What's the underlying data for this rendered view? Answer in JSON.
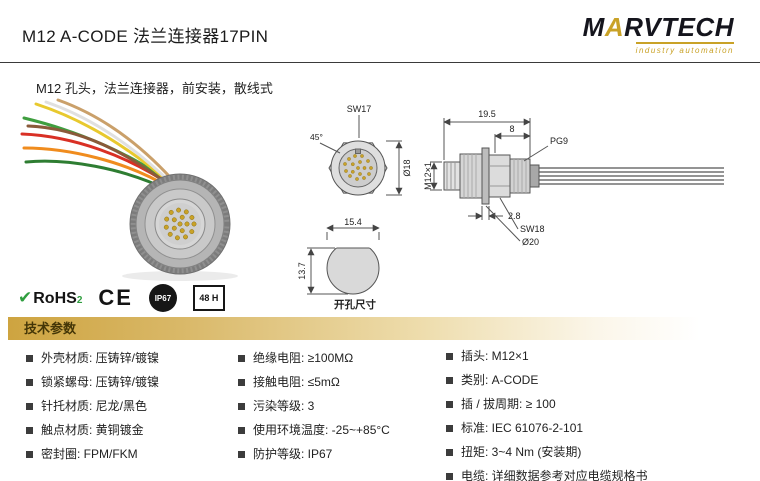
{
  "header": {
    "title": "M12 A-CODE 法兰连接器17PIN",
    "logo": {
      "m": "M",
      "a": "A",
      "rest": "RVTECH",
      "tagline": "industry automation"
    }
  },
  "subtitle": "M12 孔头，法兰连接器，前安装，散线式",
  "drawings": {
    "front_view": {
      "sw": "SW17",
      "angle": "45°",
      "diameter": "Ø18"
    },
    "hole_view": {
      "width": "15.4",
      "height": "13.7",
      "caption": "开孔尺寸"
    },
    "side_view": {
      "overall": "19.5",
      "rear": "8",
      "gland": "PG9",
      "thread": "M12×1",
      "flange": "2.8",
      "sw": "SW18",
      "diameter": "Ø20"
    }
  },
  "certifications": {
    "check": "✔",
    "rohs_name": "RoHS",
    "rohs_sub": "2",
    "ce": "CE",
    "ip": "IP67",
    "salt": "48 H"
  },
  "section": {
    "title": "技术参数"
  },
  "specs": {
    "col1": [
      "外壳材质: 压铸锌/镀镍",
      "锁紧螺母: 压铸锌/镀镍",
      "针托材质: 尼龙/黑色",
      "触点材质: 黄铜镀金",
      "密封圈: FPM/FKM"
    ],
    "col2": [
      "绝缘电阻: ≥100MΩ",
      "接触电阻: ≤5mΩ",
      "污染等级: 3",
      "使用环境温度: -25~+85°C",
      "防护等级: IP67"
    ],
    "col3": [
      "插头: M12×1",
      "类别: A-CODE",
      "插 / 拔周期: ≥ 100",
      "标准: IEC 61076-2-101",
      "扭矩: 3~4 Nm (安装期)",
      "电缆: 详细数据参考对应电缆规格书"
    ]
  },
  "colors": {
    "accent": "#c9a227"
  }
}
